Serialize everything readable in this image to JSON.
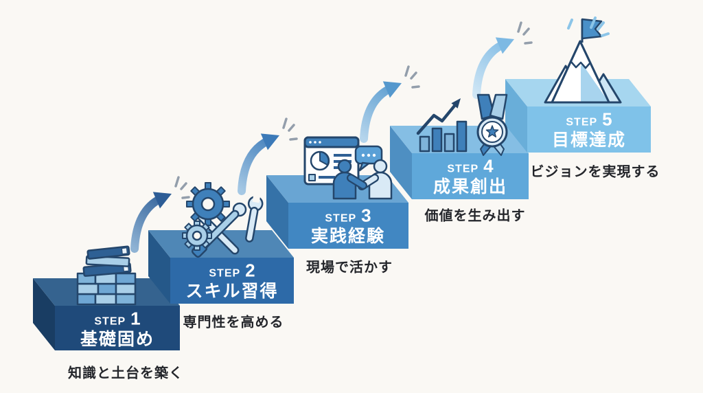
{
  "background_color": "#faf8f4",
  "palette": {
    "outline": "#24466b",
    "text_on_block": "#ffffff",
    "caption_text": "#24262b",
    "icon_dark": "#2e6094",
    "icon_mid": "#3f80ba",
    "icon_light": "#a9cfe8",
    "icon_pale": "#d9eaf6"
  },
  "steps": [
    {
      "step_label": "STEP",
      "number": "1",
      "title": "基礎固め",
      "caption": "知識と土台を築く",
      "icon": "books-on-bricks-icon",
      "colors": {
        "front": "#1f4a7a",
        "top": "#35638f",
        "side": "#193d63"
      }
    },
    {
      "step_label": "STEP",
      "number": "2",
      "title": "スキル習得",
      "caption": "専門性を高める",
      "icon": "gears-and-tools-icon",
      "colors": {
        "front": "#2d6aa8",
        "top": "#4f87b6",
        "side": "#255889"
      }
    },
    {
      "step_label": "STEP",
      "number": "3",
      "title": "実践経験",
      "caption": "現場で活かす",
      "icon": "dashboard-handshake-icon",
      "colors": {
        "front": "#4187c2",
        "top": "#69a5d3",
        "side": "#3572a8"
      }
    },
    {
      "step_label": "STEP",
      "number": "4",
      "title": "成果創出",
      "caption": "価値を生み出す",
      "icon": "growth-chart-medal-icon",
      "colors": {
        "front": "#5fa8da",
        "top": "#85bee4",
        "side": "#4e8fc2"
      }
    },
    {
      "step_label": "STEP",
      "number": "5",
      "title": "目標達成",
      "caption": "ビジョンを実現する",
      "icon": "mountain-flag-icon",
      "colors": {
        "front": "#7fc2e9",
        "top": "#a6d6ef",
        "side": "#69aed9"
      }
    }
  ],
  "arrows": [
    {
      "tail_color": "#8fb3d4",
      "head_color": "#2d5d96"
    },
    {
      "tail_color": "#a5c8e4",
      "head_color": "#3c7ab8"
    },
    {
      "tail_color": "#b5d5ec",
      "head_color": "#5598cd"
    },
    {
      "tail_color": "#cfe6f5",
      "head_color": "#7db9e3"
    }
  ],
  "sparkles": {
    "arrow_sparkle_color": "#939eab",
    "summit_sparkle_color": "#8cc5e8"
  }
}
